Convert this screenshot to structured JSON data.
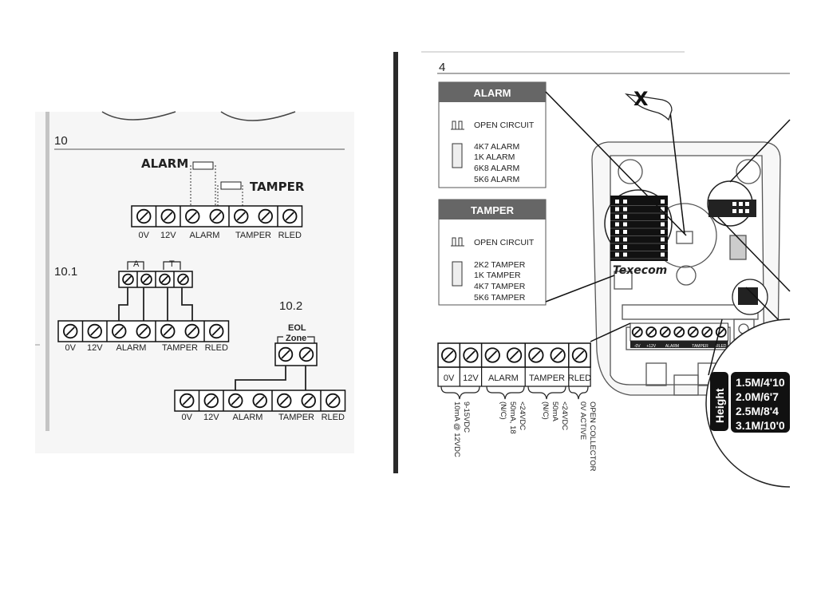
{
  "left_page": {
    "section_10": {
      "number": "10",
      "alarm_label": "ALARM",
      "tamper_label": "TAMPER",
      "terminals": [
        "0V",
        "12V",
        "ALARM",
        "TAMPER",
        "RLED"
      ]
    },
    "section_10_1": {
      "number": "10.1",
      "bracket_a": "A",
      "bracket_t": "T",
      "terminals": [
        "0V",
        "12V",
        "ALARM",
        "TAMPER",
        "RLED"
      ]
    },
    "section_10_2": {
      "number": "10.2",
      "eol_label": "EOL",
      "zone_label": "Zone",
      "terminals": [
        "0V",
        "12V",
        "ALARM",
        "TAMPER",
        "RLED"
      ]
    }
  },
  "right_page": {
    "section_number": "4",
    "alarm_box": {
      "title": "ALARM",
      "open_circuit": "OPEN CIRCUIT",
      "options": [
        "4K7 ALARM",
        "1K ALARM",
        "6K8 ALARM",
        "5K6 ALARM"
      ]
    },
    "tamper_box": {
      "title": "TAMPER",
      "open_circuit": "OPEN CIRCUIT",
      "options": [
        "2K2 TAMPER",
        "1K TAMPER",
        "4K7 TAMPER",
        "5K6 TAMPER"
      ]
    },
    "terminals": [
      "0V",
      "12V",
      "ALARM",
      "TAMPER",
      "RLED"
    ],
    "specs": {
      "power": [
        "9-15VDC",
        "10mA @ 12VDC"
      ],
      "alarm": [
        "<24VDC",
        "50mA, 18",
        "(N/C)"
      ],
      "tamper": [
        "<24VDC",
        "50mA",
        "(N/C)"
      ],
      "rled": [
        "OPEN COLLECTOR",
        "0V ACTIVE"
      ]
    },
    "brand": "Texecom",
    "height_label": "Height",
    "heights": [
      "1.5M/4'10",
      "2.0M/6'7",
      "2.5M/8'4",
      "3.1M/10'0"
    ],
    "pcb_terminals": [
      "-0V",
      "+12V",
      "ALARM",
      "TAMPER",
      "RLED"
    ]
  }
}
